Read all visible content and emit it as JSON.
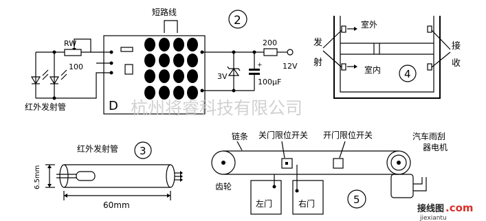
{
  "panel2": {
    "number": "2",
    "jumper_label": "短路线",
    "rw_label": "RW",
    "rw_value": "100",
    "ir_tube_label": "红外发射管",
    "chip_letter": "D",
    "zener_label": "3V",
    "cap_label": "100μF",
    "cap_plus": "+",
    "res_value": "200",
    "vcc_label": "12V"
  },
  "panel4": {
    "number": "4",
    "outdoor_label": "室外",
    "indoor_label": "室内",
    "emit_label_1": "发",
    "emit_label_2": "射",
    "recv_label_1": "接",
    "recv_label_2": "收"
  },
  "panel3": {
    "number": "3",
    "ir_tube_label": "红外发射管",
    "diameter_label": "6.5mm",
    "length_label": "60mm"
  },
  "panel5": {
    "number": "5",
    "chain_label": "链条",
    "close_limit_label": "关门限位开关",
    "open_limit_label": "开门限位开关",
    "gear_label": "齿轮",
    "motor_label_1": "汽车雨刮",
    "motor_label_2": "器电机",
    "left_door_label": "左门",
    "right_door_label": "右门"
  },
  "watermark": {
    "main": "杭州将睿科技有限公司",
    "logo": "接线图",
    "logo_suffix": ".com",
    "url": "jiexiantu"
  }
}
